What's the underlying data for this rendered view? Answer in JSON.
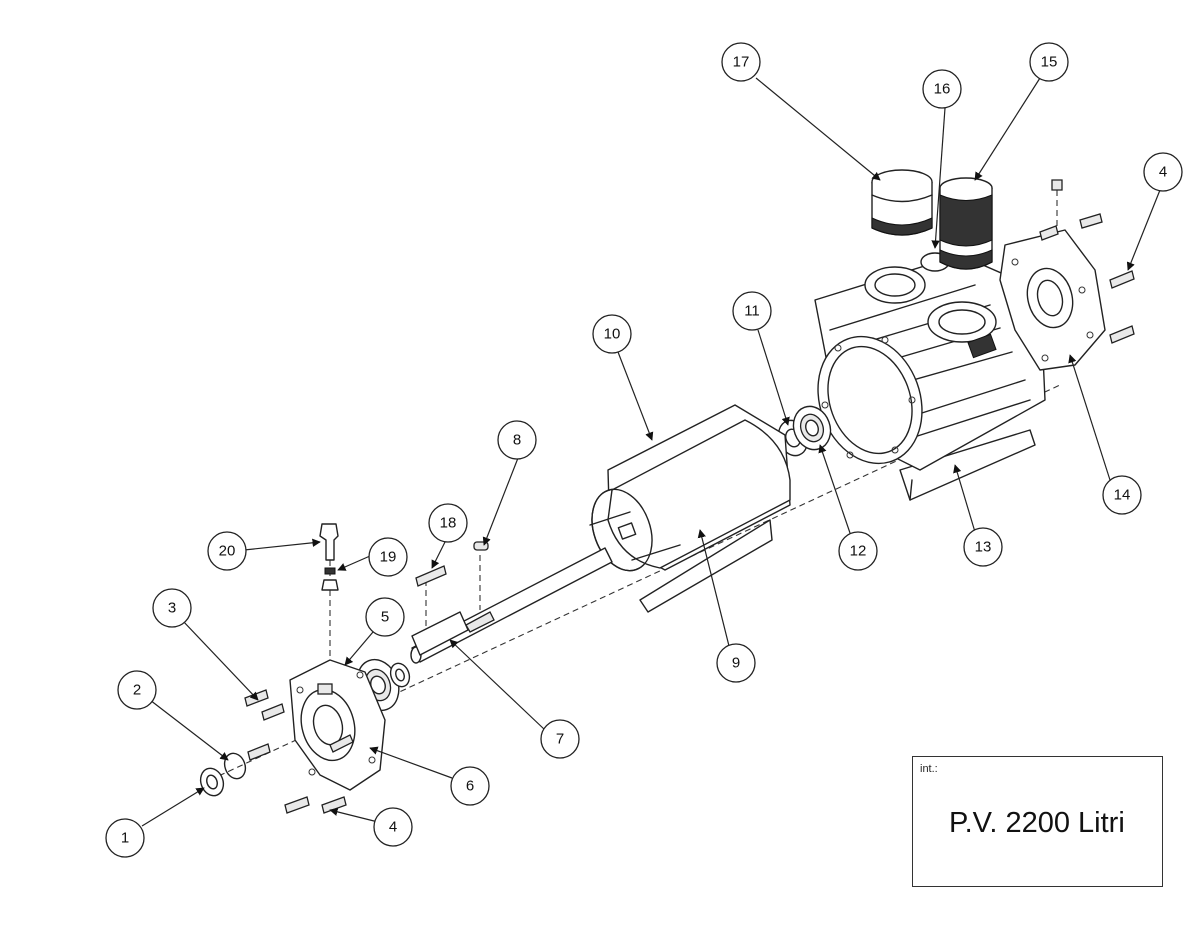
{
  "title_block": {
    "label": "int.:",
    "title": "P.V. 2200 Litri"
  },
  "callouts": [
    "1",
    "2",
    "3",
    "4",
    "5",
    "6",
    "7",
    "8",
    "9",
    "10",
    "11",
    "12",
    "13",
    "14",
    "15",
    "16",
    "17",
    "18",
    "19",
    "20",
    "4"
  ]
}
